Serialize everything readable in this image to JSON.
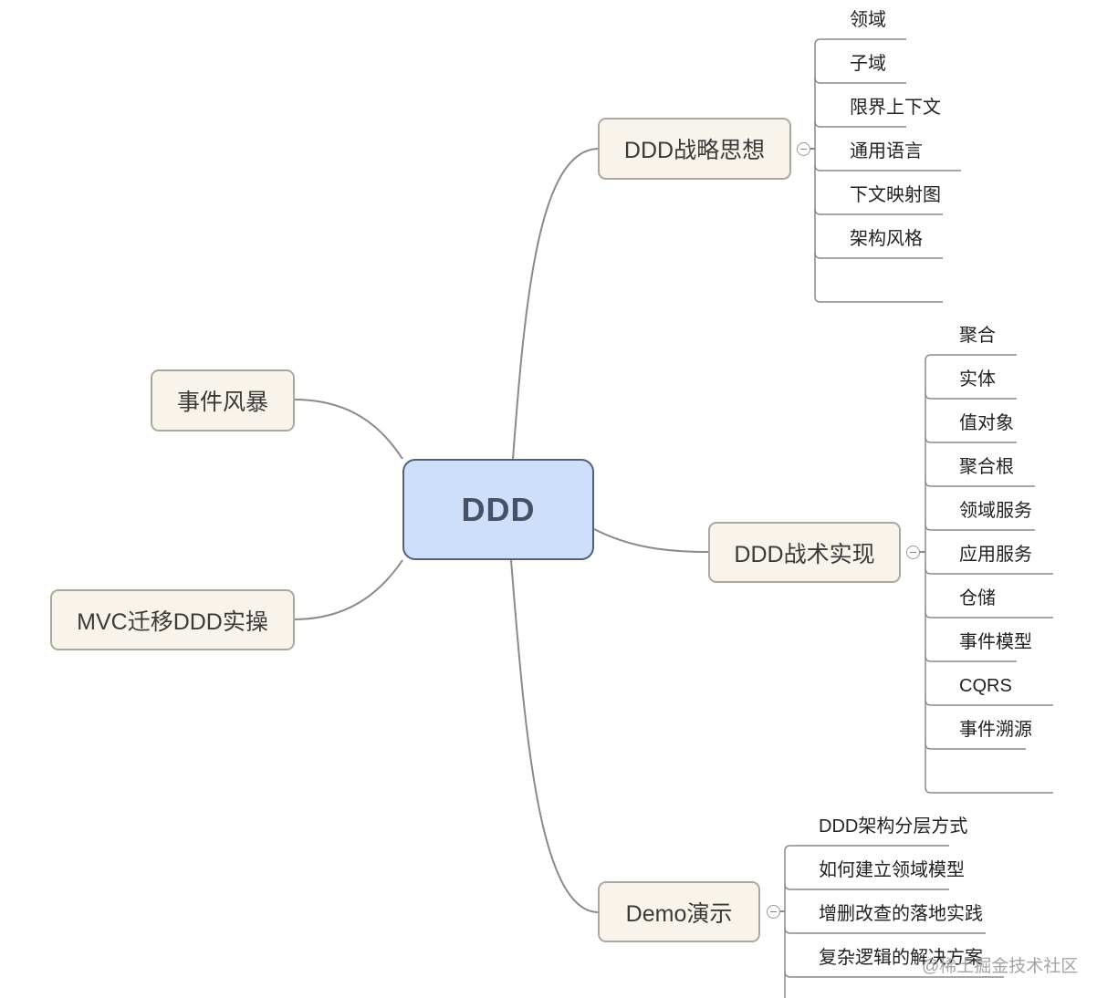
{
  "center": {
    "label": "DDD"
  },
  "branches": {
    "strategy": {
      "label": "DDD战略思想",
      "children": [
        "领域",
        "子域",
        "限界上下文",
        "通用语言",
        "下文映射图",
        "架构风格"
      ]
    },
    "tactics": {
      "label": "DDD战术实现",
      "children": [
        "聚合",
        "实体",
        "值对象",
        "聚合根",
        "领域服务",
        "应用服务",
        "仓储",
        "事件模型",
        "CQRS",
        "事件溯源"
      ]
    },
    "demo": {
      "label": "Demo演示",
      "children": [
        "DDD架构分层方式",
        "如何建立领域模型",
        "增删改查的落地实践",
        "复杂逻辑的解决方案"
      ]
    },
    "storm": {
      "label": "事件风暴"
    },
    "mvc": {
      "label": "MVC迁移DDD实操"
    }
  },
  "watermark": "@稀土掘金技术社区",
  "colors": {
    "center_fill": "#cddffa",
    "center_border": "#52627c",
    "node_fill": "#f8f4ec",
    "node_border": "#aba8a0",
    "connector": "#8a8a8a"
  }
}
